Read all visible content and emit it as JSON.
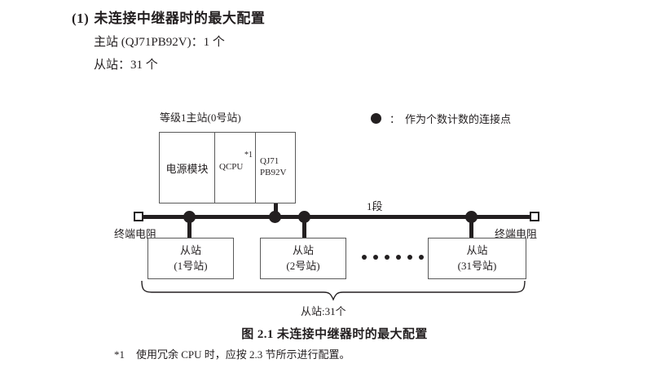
{
  "heading": {
    "number": "(1)",
    "text": "未连接中继器时的最大配置"
  },
  "spec": {
    "master_line": "主站 (QJ71PB92V)：1 个",
    "slave_line": "从站：31 个"
  },
  "legend": {
    "marker": "filled-circle",
    "colon": "：",
    "text": "作为个数计数的连接点"
  },
  "diagram": {
    "master": {
      "title": "等级1主站(0号站)",
      "cells": {
        "power": "电源模块",
        "cpu": "QCPU",
        "cpu_footnote_mark": "*1",
        "network_line1": "QJ71",
        "network_line2": "PB92V"
      }
    },
    "bus": {
      "segment_label": "1段",
      "terminator_left": "终端电阻",
      "terminator_right": "终端电阻"
    },
    "slaves": [
      {
        "name": "从站",
        "station": "(1号站)"
      },
      {
        "name": "从站",
        "station": "(2号站)"
      },
      {
        "name": "从站",
        "station": "(31号站)"
      }
    ],
    "ellipsis_count": 6,
    "brace_label": "从站:31个"
  },
  "caption": "图 2.1  未连接中继器时的最大配置",
  "footnote": {
    "mark": "*1",
    "text": "使用冗余 CPU 时，应按 2.3 节所示进行配置。"
  },
  "colors": {
    "ink": "#231f20",
    "box_stroke": "#5a5a5a",
    "background": "#ffffff"
  }
}
